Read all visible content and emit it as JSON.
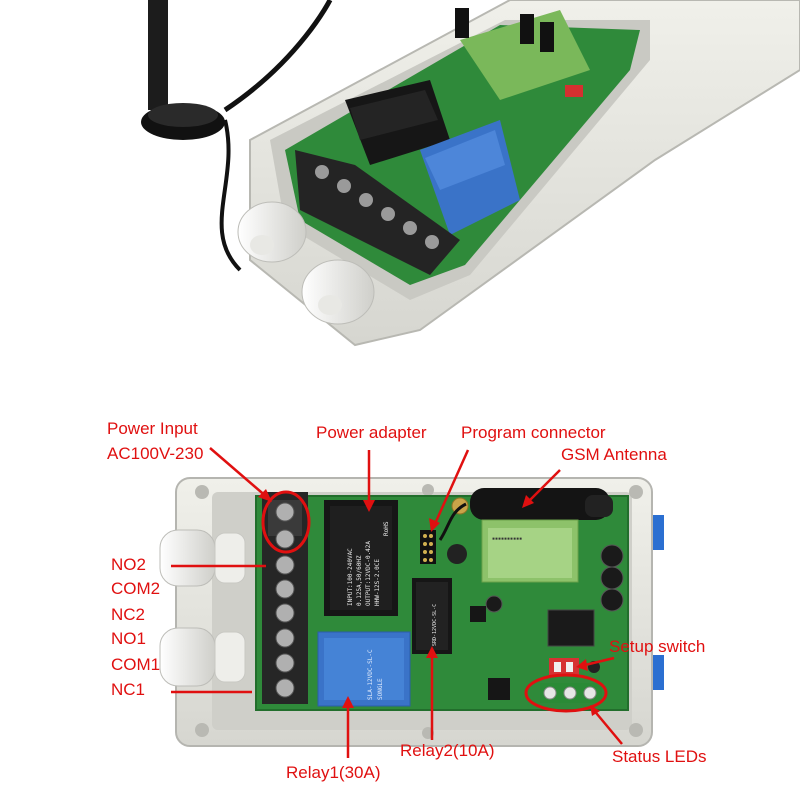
{
  "labels": {
    "power_input": "Power Input",
    "power_voltage": "AC100V-230",
    "power_adapter": "Power adapter",
    "program_connector": "Program connector",
    "gsm_antenna": "GSM Antenna",
    "setup_switch": "Setup switch",
    "status_leds": "Status LEDs",
    "relay1": "Relay1(30A)",
    "relay2": "Relay2(10A)",
    "terminals": [
      "NO2",
      "COM2",
      "NC2",
      "NO1",
      "COM1",
      "NC1"
    ]
  },
  "board_text": {
    "adapter_lines": [
      "INPUT:100-240VAC",
      "0.125A,50/60HZ",
      "OUTPUT:12VDC-0.42A",
      "HHW-12S-2.0CE"
    ],
    "adapter_mark": "RoHS",
    "relay1_text": "SLA-12VDC-SL-C",
    "relay2_text": "SRD-12VDC-SL-C",
    "relay_brand": "SONGLE"
  },
  "colors": {
    "label": "#e01010",
    "pcb": "#2f8a3a",
    "enclosure": "#e4e4de",
    "relay": "#3a73c8",
    "terminal": "#2a2a2a"
  }
}
